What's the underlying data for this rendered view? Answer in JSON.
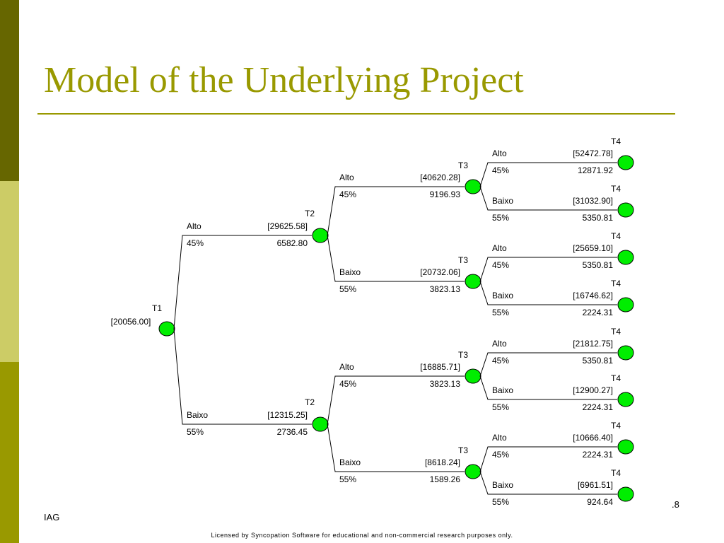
{
  "slide": {
    "title": "Model of the Underlying Project",
    "footer_left": "IAG",
    "page_number": ".8",
    "license": "Licensed by Syncopation Software for educational and non-commercial research purposes only."
  },
  "tree": {
    "root": {
      "stage": "T1",
      "value": "[20056.00]"
    },
    "t2": [
      {
        "outcome": "Alto",
        "prob": "45%",
        "value": "[29625.58]",
        "payoff": "6582.80",
        "stage": "T2"
      },
      {
        "outcome": "Baixo",
        "prob": "55%",
        "value": "[12315.25]",
        "payoff": "2736.45",
        "stage": "T2"
      }
    ],
    "t3": [
      {
        "outcome": "Alto",
        "prob": "45%",
        "value": "[40620.28]",
        "payoff": "9196.93",
        "stage": "T3"
      },
      {
        "outcome": "Baixo",
        "prob": "55%",
        "value": "[20732.06]",
        "payoff": "3823.13",
        "stage": "T3"
      },
      {
        "outcome": "Alto",
        "prob": "45%",
        "value": "[16885.71]",
        "payoff": "3823.13",
        "stage": "T3"
      },
      {
        "outcome": "Baixo",
        "prob": "55%",
        "value": "[8618.24]",
        "payoff": "1589.26",
        "stage": "T3"
      }
    ],
    "t4": [
      {
        "outcome": "Alto",
        "prob": "45%",
        "value": "[52472.78]",
        "payoff": "12871.92",
        "stage": "T4"
      },
      {
        "outcome": "Baixo",
        "prob": "55%",
        "value": "[31032.90]",
        "payoff": "5350.81",
        "stage": "T4"
      },
      {
        "outcome": "Alto",
        "prob": "45%",
        "value": "[25659.10]",
        "payoff": "5350.81",
        "stage": "T4"
      },
      {
        "outcome": "Baixo",
        "prob": "55%",
        "value": "[16746.62]",
        "payoff": "2224.31",
        "stage": "T4"
      },
      {
        "outcome": "Alto",
        "prob": "45%",
        "value": "[21812.75]",
        "payoff": "5350.81",
        "stage": "T4"
      },
      {
        "outcome": "Baixo",
        "prob": "55%",
        "value": "[12900.27]",
        "payoff": "2224.31",
        "stage": "T4"
      },
      {
        "outcome": "Alto",
        "prob": "45%",
        "value": "[10666.40]",
        "payoff": "2224.31",
        "stage": "T4"
      },
      {
        "outcome": "Baixo",
        "prob": "55%",
        "value": "[6961.51]",
        "payoff": "924.64",
        "stage": "T4"
      }
    ],
    "colors": {
      "node_fill": "#00ee00",
      "node_stroke": "#000000",
      "line": "#000000"
    }
  }
}
